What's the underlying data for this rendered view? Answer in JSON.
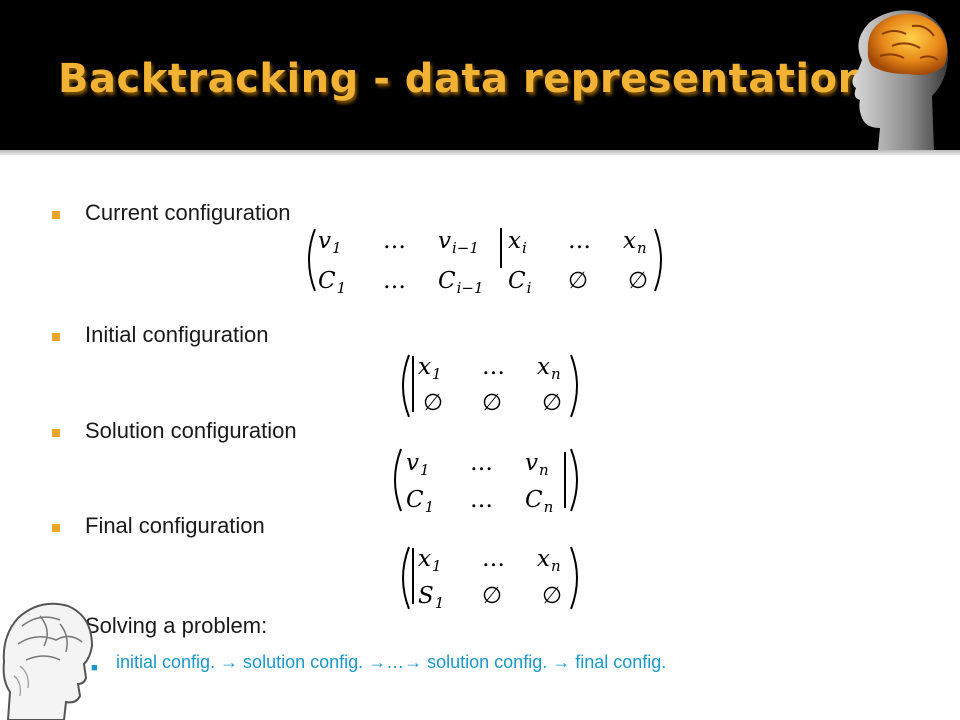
{
  "slide": {
    "title": "Backtracking - data representation"
  },
  "bullets": [
    {
      "label": "Current configuration"
    },
    {
      "label": "Initial configuration"
    },
    {
      "label": "Solution configuration"
    },
    {
      "label": "Final configuration"
    },
    {
      "label": "Solving a problem:"
    }
  ],
  "sub_bullets": [
    {
      "label": "initial config. → solution config. →…→ solution config. → final config."
    }
  ],
  "math": {
    "ellipsis": "…",
    "empty": "∅",
    "current": {
      "top": [
        {
          "b": "v",
          "s": "1"
        },
        {
          "b": "v",
          "s": "i−1"
        },
        {
          "b": "x",
          "s": "i"
        },
        {
          "b": "x",
          "s": "n"
        }
      ],
      "bottom": [
        {
          "b": "C",
          "s": "1"
        },
        {
          "b": "C",
          "s": "i−1"
        },
        {
          "b": "C",
          "s": "i"
        }
      ]
    },
    "initial": {
      "top": [
        {
          "b": "x",
          "s": "1"
        },
        {
          "b": "x",
          "s": "n"
        }
      ]
    },
    "solution": {
      "top": [
        {
          "b": "v",
          "s": "1"
        },
        {
          "b": "v",
          "s": "n"
        }
      ],
      "bottom": [
        {
          "b": "C",
          "s": "1"
        },
        {
          "b": "C",
          "s": "n"
        }
      ]
    },
    "final": {
      "top": [
        {
          "b": "x",
          "s": "1"
        },
        {
          "b": "x",
          "s": "n"
        }
      ],
      "bottom": [
        {
          "b": "S",
          "s": "1"
        }
      ]
    }
  },
  "icons": [
    "brain-head-icon",
    "head-sketch-icon"
  ],
  "colors": {
    "header_bg": "#000000",
    "title": "#f2b233",
    "bullet": "#f2a52a",
    "sub_text": "#1a98c9"
  }
}
